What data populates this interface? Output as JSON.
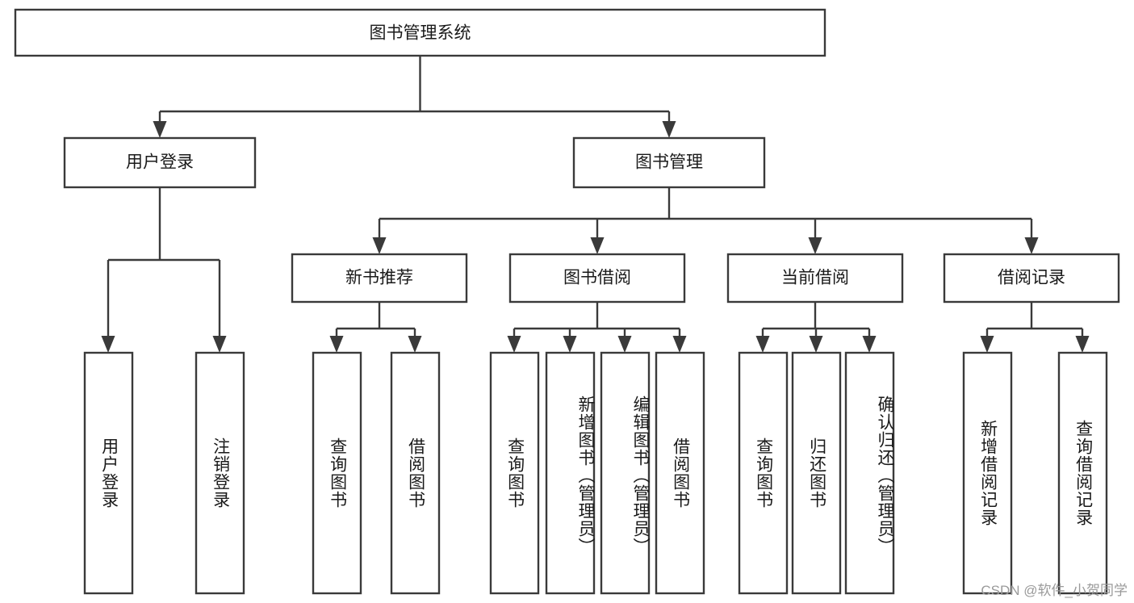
{
  "diagram": {
    "type": "tree-hierarchy",
    "title": "图书管理系统",
    "orientation": "top-down",
    "colors": {
      "box_stroke": "#3a3a3a",
      "box_fill": "#ffffff",
      "connector": "#3a3a3a",
      "text": "#1a1a1a",
      "watermark": "#9a9a9a",
      "background": "#ffffff"
    },
    "levels": {
      "root": {
        "label": "图书管理系统"
      },
      "level2": [
        {
          "id": "user-login",
          "label": "用户登录"
        },
        {
          "id": "book-management",
          "label": "图书管理"
        }
      ],
      "level3": [
        {
          "id": "new-book-recommend",
          "label": "新书推荐",
          "parent": "book-management"
        },
        {
          "id": "book-borrow",
          "label": "图书借阅",
          "parent": "book-management"
        },
        {
          "id": "current-borrow",
          "label": "当前借阅",
          "parent": "book-management"
        },
        {
          "id": "borrow-record",
          "label": "借阅记录",
          "parent": "book-management"
        }
      ],
      "leaves": [
        {
          "id": "leaf-user-login",
          "label": "用户登录",
          "parent": "user-login"
        },
        {
          "id": "leaf-logout-login",
          "label": "注销登录",
          "parent": "user-login"
        },
        {
          "id": "leaf-query-book-1",
          "label": "查询图书",
          "parent": "new-book-recommend"
        },
        {
          "id": "leaf-borrow-book-1",
          "label": "借阅图书",
          "parent": "new-book-recommend"
        },
        {
          "id": "leaf-query-book-2",
          "label": "查询图书",
          "parent": "book-borrow"
        },
        {
          "id": "leaf-add-book",
          "label": "新增图书（管理员）",
          "parent": "book-borrow"
        },
        {
          "id": "leaf-edit-book",
          "label": "编辑图书（管理员）",
          "parent": "book-borrow"
        },
        {
          "id": "leaf-borrow-book-2",
          "label": "借阅图书",
          "parent": "book-borrow"
        },
        {
          "id": "leaf-query-book-3",
          "label": "查询图书",
          "parent": "current-borrow"
        },
        {
          "id": "leaf-return-book",
          "label": "归还图书",
          "parent": "current-borrow"
        },
        {
          "id": "leaf-confirm-return",
          "label": "确认归还（管理员）",
          "parent": "current-borrow"
        },
        {
          "id": "leaf-add-record",
          "label": "新增借阅记录",
          "parent": "borrow-record"
        },
        {
          "id": "leaf-query-record",
          "label": "查询借阅记录",
          "parent": "borrow-record"
        }
      ]
    },
    "watermark": "CSDN @软件_小贺同学"
  }
}
